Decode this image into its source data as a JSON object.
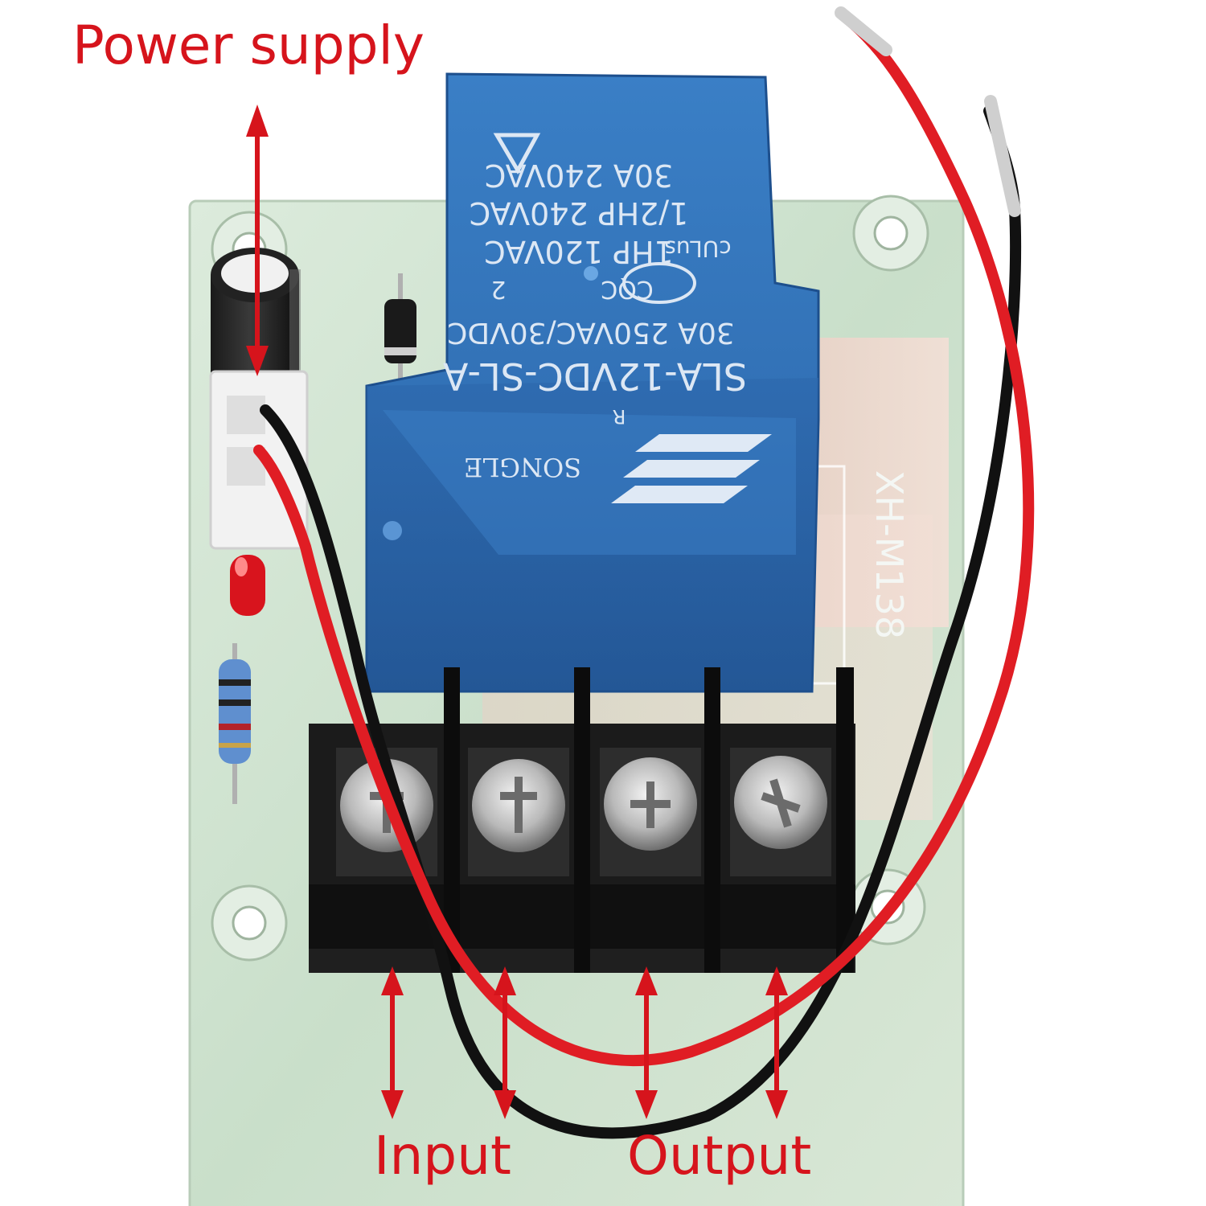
{
  "callouts": {
    "power_supply": "Power supply",
    "input": "Input",
    "output": "Output"
  },
  "relay": {
    "brand": "SONGLE",
    "model": "SLA-12VDC-SL-A",
    "rating_dc": "30A 250VAC/30VDC",
    "cqc": "CQC",
    "pin_number": "2",
    "rating_1hp": "1HP 120VAC",
    "rating_half_hp": "1/2HP 240VAC",
    "rating_30a": "30A 240VAC",
    "ul_mark": "cULus",
    "registered": "R"
  },
  "board": {
    "silkscreen": "XH-M138"
  },
  "colors": {
    "callout": "#d6141c",
    "relay_blue": "#2f6fb5",
    "pcb_green": "#cfe3cf",
    "terminal_black": "#141414",
    "wire_red": "#e01d24",
    "wire_black": "#111111"
  }
}
